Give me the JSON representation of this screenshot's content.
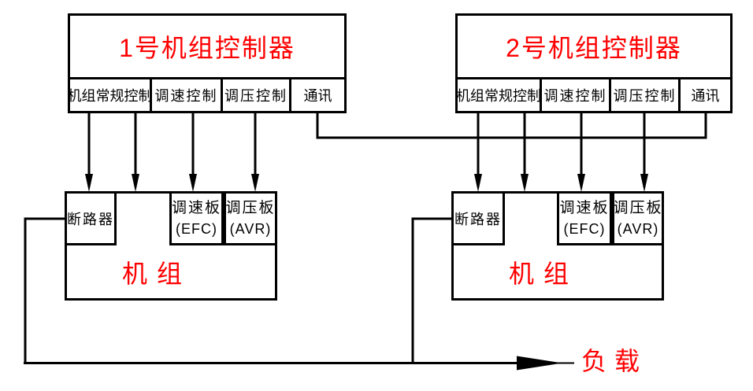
{
  "diagram": {
    "controllers": [
      {
        "title": "1号机组控制器",
        "modules": [
          "机组常规控制",
          "调速控制",
          "调压控制",
          "通讯"
        ]
      },
      {
        "title": "2号机组控制器",
        "modules": [
          "机组常规控制",
          "调速控制",
          "调压控制",
          "通讯"
        ]
      }
    ],
    "units": [
      {
        "breaker": "断路器",
        "speed_board": {
          "name": "调速板",
          "abbr": "(EFC)"
        },
        "voltage_board": {
          "name": "调压板",
          "abbr": "(AVR)"
        },
        "label": "机组"
      },
      {
        "breaker": "断路器",
        "speed_board": {
          "name": "调速板",
          "abbr": "(EFC)"
        },
        "voltage_board": {
          "name": "调压板",
          "abbr": "(AVR)"
        },
        "label": "机组"
      }
    ],
    "load_label": "负载",
    "colors": {
      "line": "#000000",
      "accent_text": "#ff0000",
      "background": "#ffffff"
    }
  }
}
